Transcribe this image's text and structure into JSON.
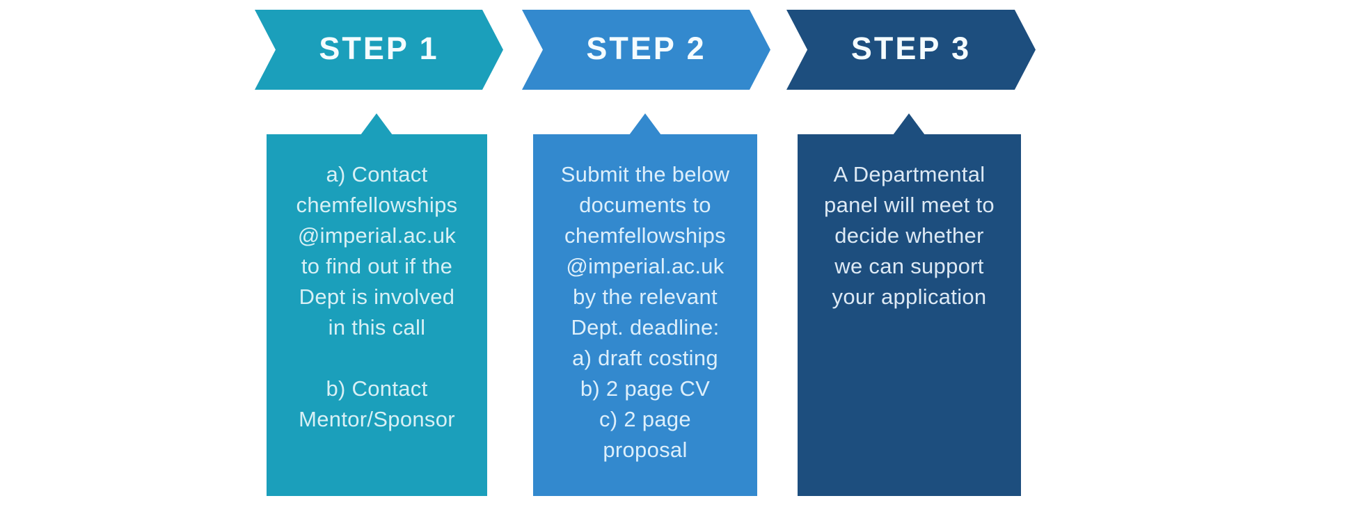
{
  "diagram": {
    "background_color": "#ffffff",
    "steps": [
      {
        "label": "STEP 1",
        "color": "#1b9fbb",
        "label_color": "#f5fcff",
        "body_color": "#d8f0f5",
        "lines": [
          "a) Contact",
          "chemfellowships",
          "@imperial.ac.uk",
          "to find out if the",
          "Dept is involved",
          "in this call",
          "",
          "b) Contact",
          "Mentor/Sponsor"
        ]
      },
      {
        "label": "STEP 2",
        "color": "#3389ce",
        "label_color": "#f5fcff",
        "body_color": "#ddeffb",
        "lines": [
          "Submit the below",
          "documents to",
          "chemfellowships",
          "@imperial.ac.uk",
          "by the relevant",
          "Dept. deadline:",
          "a) draft costing",
          "b) 2 page CV",
          "c) 2 page",
          "proposal"
        ]
      },
      {
        "label": "STEP 3",
        "color": "#1d4e7e",
        "label_color": "#f5fcff",
        "body_color": "#dde9f4",
        "lines": [
          "A Departmental",
          "panel will meet to",
          "decide whether",
          "we can support",
          "your application"
        ]
      }
    ]
  }
}
